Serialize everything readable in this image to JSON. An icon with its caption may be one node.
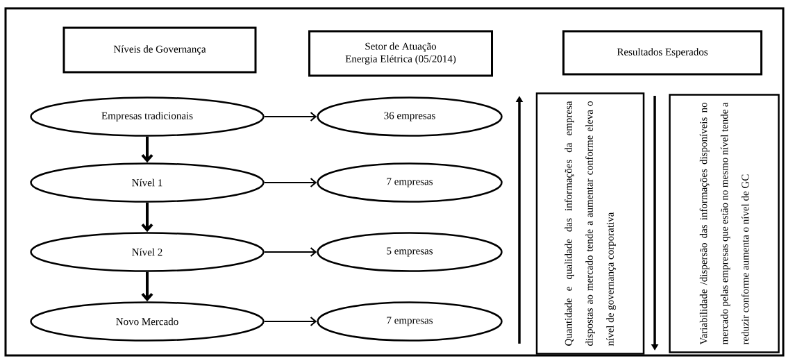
{
  "diagram": {
    "nodes": [
      {
        "text": [
          "Níveis de Governança"
        ]
      },
      {
        "text": [
          "Setor de Atuação",
          "Energia Elétrica (05/2014)"
        ]
      },
      {
        "text": [
          "Resultados Esperados"
        ]
      },
      {
        "text": [
          "Empresas tradicionais"
        ]
      },
      {
        "text": [
          "Nível 1"
        ]
      },
      {
        "text": [
          "Nível 2"
        ]
      },
      {
        "text": [
          "Novo Mercado"
        ]
      },
      {
        "text": [
          "36 empresas"
        ]
      },
      {
        "text": [
          "7 empresas"
        ]
      },
      {
        "text": [
          "5 empresas"
        ]
      },
      {
        "text": [
          "7 empresas"
        ]
      },
      {
        "text": [
          "Quantidade e qualidade das informações da empresa dispostas ao mercado tende a aumentar conforme eleva o nível de governança corporativa"
        ]
      },
      {
        "text": [
          "Variabilidade /dispersão das informações disponíveis no mercado pelas empresas que estão no mesmo nível tende a reduzir conforme aumenta o nível de GC"
        ]
      }
    ],
    "edges": [
      {
        "from": 3,
        "to": 4,
        "arrow": "to",
        "style": "thick"
      },
      {
        "from": 4,
        "to": 5,
        "arrow": "to",
        "style": "thick"
      },
      {
        "from": 5,
        "to": 6,
        "arrow": "to",
        "style": "thick"
      },
      {
        "from": 3,
        "to": 7,
        "arrow": "to"
      },
      {
        "from": 4,
        "to": 8,
        "arrow": "to"
      },
      {
        "from": 5,
        "to": 9,
        "arrow": "to"
      },
      {
        "from": 6,
        "to": 10,
        "arrow": "to"
      }
    ]
  }
}
